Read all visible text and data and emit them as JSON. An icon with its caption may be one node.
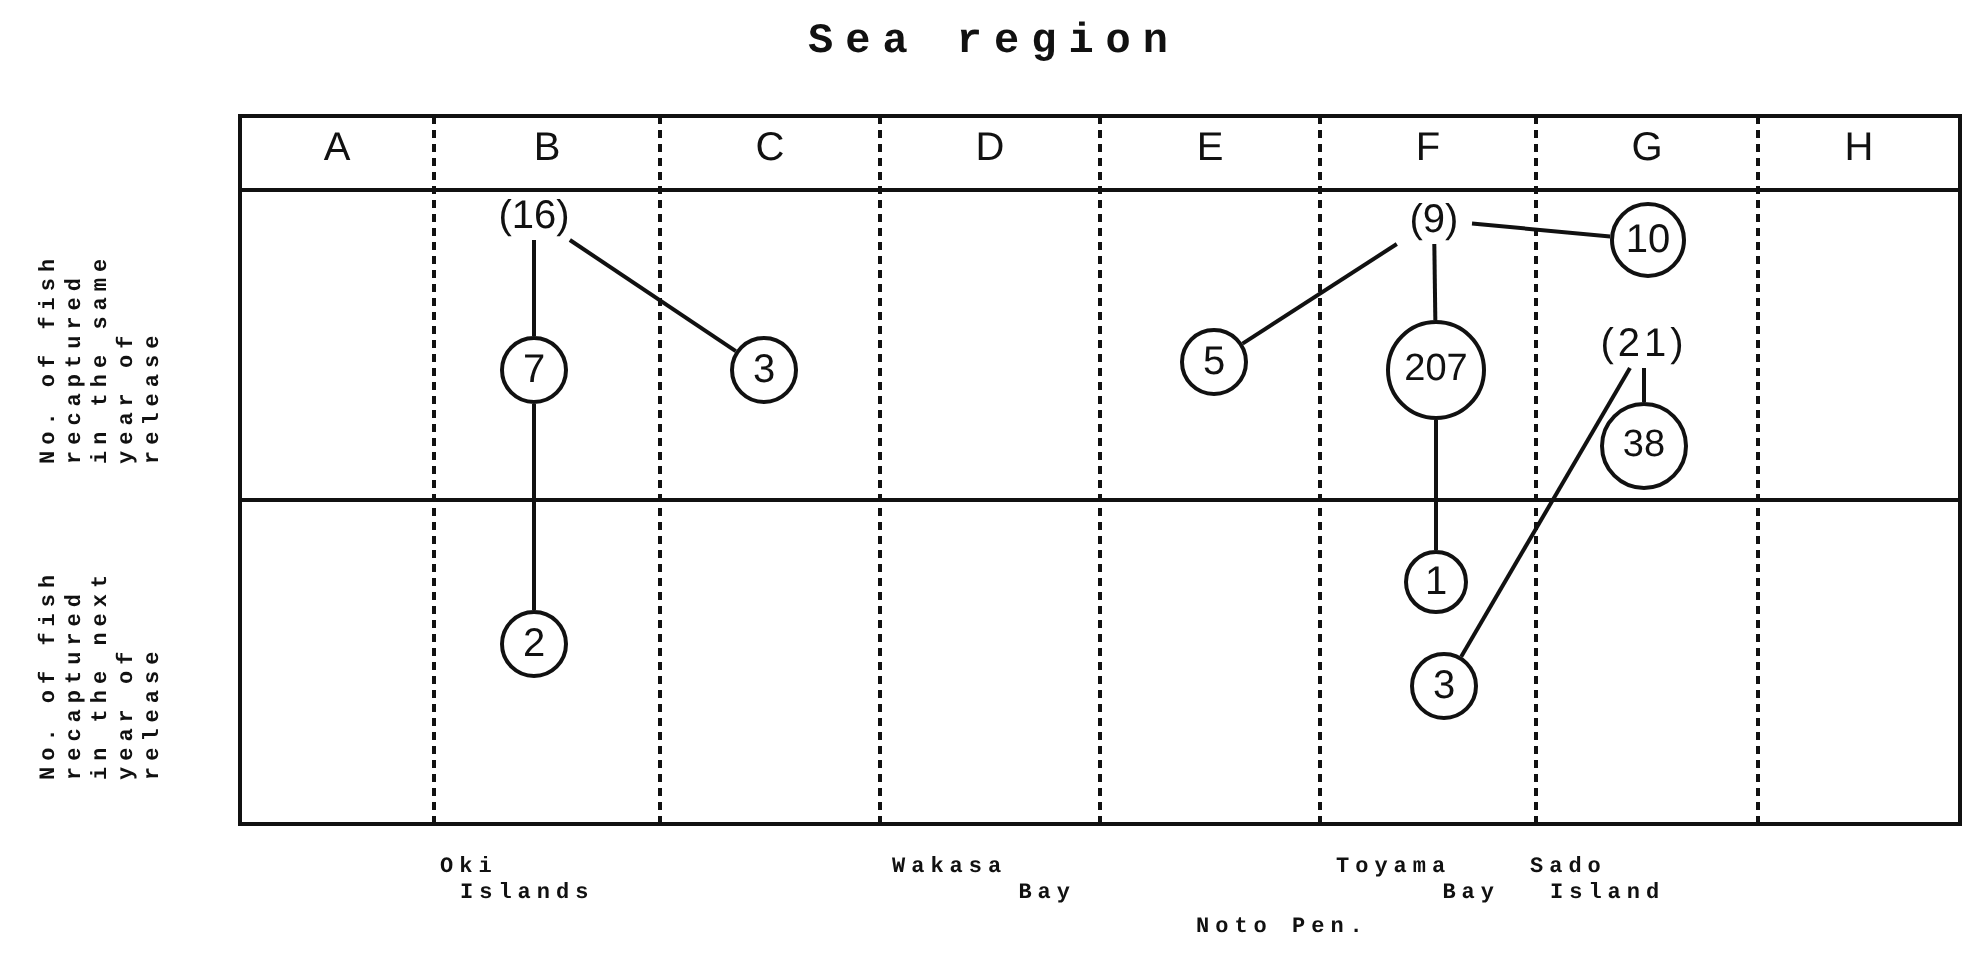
{
  "diagram": {
    "title": "Sea region",
    "nodes": [
      {
        "text": [
          "(16)"
        ]
      },
      {
        "text": [
          "7"
        ]
      },
      {
        "text": [
          "3"
        ]
      },
      {
        "text": [
          "2"
        ]
      },
      {
        "text": [
          "(9)"
        ]
      },
      {
        "text": [
          "10"
        ]
      },
      {
        "text": [
          "5"
        ]
      },
      {
        "text": [
          "207"
        ]
      },
      {
        "text": [
          "1"
        ]
      },
      {
        "text": [
          "(21)"
        ]
      },
      {
        "text": [
          "38"
        ]
      },
      {
        "text": [
          "3"
        ]
      }
    ],
    "edges": [
      {
        "from": 0,
        "to": 1,
        "arrow": "none"
      },
      {
        "from": 0,
        "to": 2,
        "arrow": "none"
      },
      {
        "from": 1,
        "to": 3,
        "arrow": "none"
      },
      {
        "from": 4,
        "to": 5,
        "arrow": "none"
      },
      {
        "from": 4,
        "to": 6,
        "arrow": "none"
      },
      {
        "from": 4,
        "to": 7,
        "arrow": "none"
      },
      {
        "from": 7,
        "to": 8,
        "arrow": "none"
      },
      {
        "from": 9,
        "to": 10,
        "arrow": "none"
      },
      {
        "from": 9,
        "to": 11,
        "arrow": "none"
      }
    ],
    "labels": [
      "A",
      "B",
      "C",
      "D",
      "E",
      "F",
      "G",
      "H",
      "No. of fish recaptured in the same year of release",
      "No. of fish recaptured in the next year of release",
      "Oki Islands",
      "Wakasa Bay",
      "Toyama Bay",
      "Sado Island",
      "Noto Pen."
    ]
  }
}
